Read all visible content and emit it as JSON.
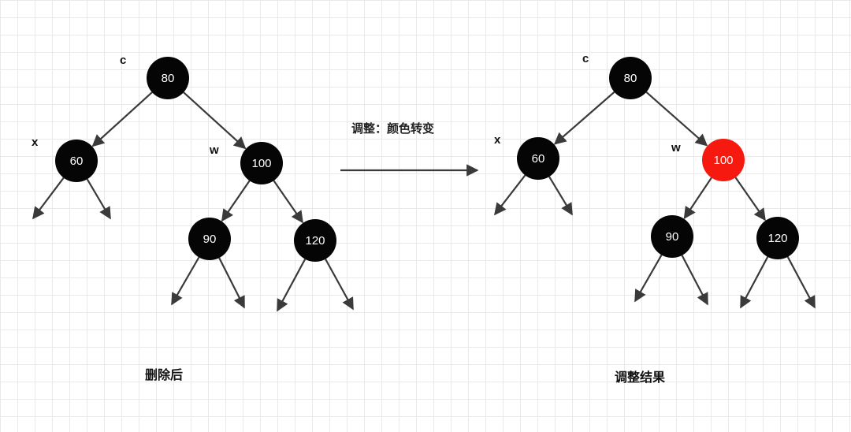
{
  "colors": {
    "black_node": "#050505",
    "red_node": "#f5190f",
    "edge": "#3a3a3a"
  },
  "transition": {
    "label": "调整：颜色转变"
  },
  "trees": [
    {
      "caption": "删除后",
      "nodes": [
        {
          "id": "80",
          "label": "80",
          "color": "black",
          "tag": "c"
        },
        {
          "id": "60",
          "label": "60",
          "color": "black",
          "tag": "x"
        },
        {
          "id": "100",
          "label": "100",
          "color": "black",
          "tag": "w"
        },
        {
          "id": "90",
          "label": "90",
          "color": "black"
        },
        {
          "id": "120",
          "label": "120",
          "color": "black"
        }
      ]
    },
    {
      "caption": "调整结果",
      "nodes": [
        {
          "id": "80",
          "label": "80",
          "color": "black",
          "tag": "c"
        },
        {
          "id": "60",
          "label": "60",
          "color": "black",
          "tag": "x"
        },
        {
          "id": "100",
          "label": "100",
          "color": "red",
          "tag": "w"
        },
        {
          "id": "90",
          "label": "90",
          "color": "black"
        },
        {
          "id": "120",
          "label": "120",
          "color": "black"
        }
      ]
    }
  ]
}
